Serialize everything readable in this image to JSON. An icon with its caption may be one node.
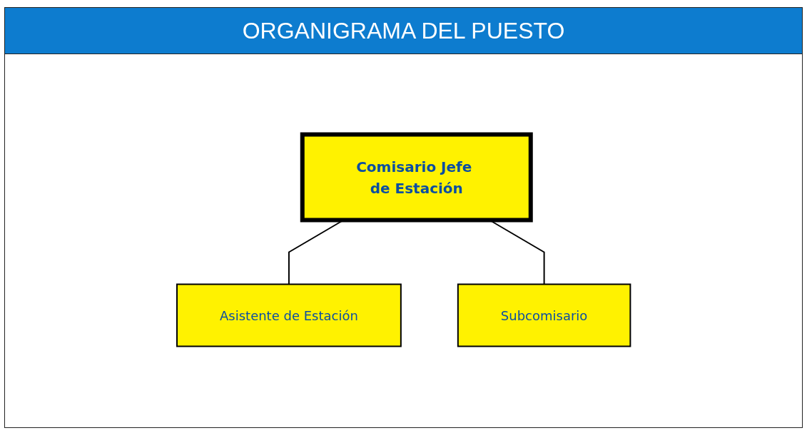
{
  "diagram": {
    "title": "ORGANIGRAMA DEL PUESTO",
    "nodes": [
      {
        "text": [
          "Comisario Jefe de Estación"
        ]
      },
      {
        "text": [
          "Asistente de Estación"
        ]
      },
      {
        "text": [
          "Subcomisario"
        ]
      }
    ],
    "edges": [
      {
        "from": 0,
        "to": 1,
        "arrow": "none"
      },
      {
        "from": 0,
        "to": 2,
        "arrow": "none"
      }
    ]
  }
}
